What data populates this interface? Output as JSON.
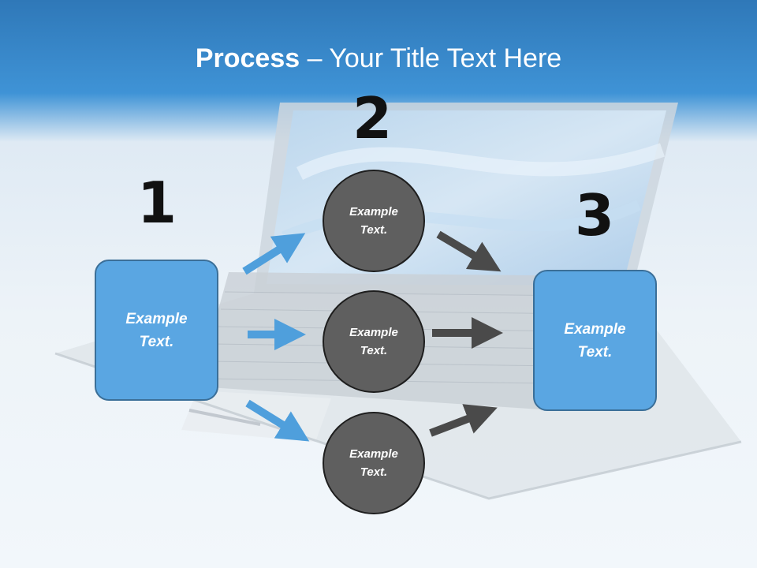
{
  "title": {
    "bold": "Process",
    "rest": " – Your Title Text Here"
  },
  "steps": [
    {
      "number": "1",
      "text": "Example Text."
    },
    {
      "number": "2",
      "items": [
        "Example Text.",
        "Example Text.",
        "Example Text."
      ]
    },
    {
      "number": "3",
      "text": "Example Text."
    }
  ],
  "colors": {
    "header_blue": "#3f93d6",
    "box_blue": "#5aa6e2",
    "circle_gray": "#5f5f5f",
    "arrow_blue": "#4f9fdc",
    "arrow_gray": "#4a4a4a"
  }
}
